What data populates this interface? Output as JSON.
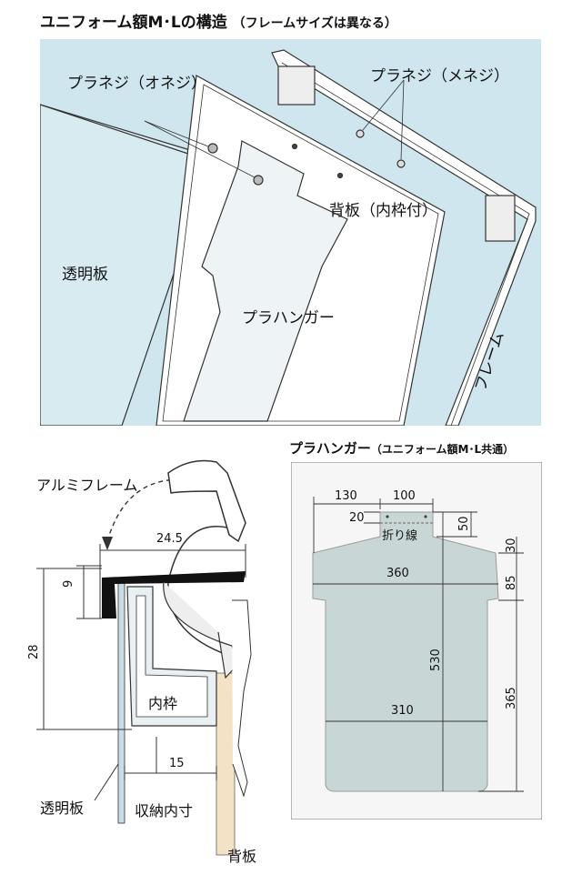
{
  "header": {
    "title": "ユニフォーム額M･Lの構造",
    "subtitle": "（フレームサイズは異なる）"
  },
  "structure_diagram": {
    "labels": {
      "screw_female": "プラネジ（オネジ）",
      "screw_male": "プラネジ（メネジ）",
      "back_board": "背板（内枠付）",
      "transparent_board": "透明板",
      "plastic_hanger": "プラハンガー",
      "frame": "フレーム"
    },
    "colors": {
      "background": "#cfe6ee",
      "outline": "#333333"
    }
  },
  "cross_section": {
    "labels": {
      "aluminum_frame": "アルミフレーム",
      "inner_frame": "内枠",
      "transparent_board": "透明板",
      "storage_size": "収納内寸",
      "back_board": "背板"
    },
    "dimensions": {
      "width": "24.5",
      "lip": "9",
      "height": "28",
      "gap": "15"
    },
    "colors": {
      "back_board": "#f4e2c6",
      "transparent_board": "#c9dde6"
    }
  },
  "hanger_diagram": {
    "title": "プラハンガー",
    "subtitle": "（ユニフォーム額M･L共通）",
    "fold_line": "折り線",
    "dimensions": {
      "top_left": "130",
      "top_right": "100",
      "tab_offset": "20",
      "tab_height": "50",
      "shoulder": "30",
      "shoulder_width": "360",
      "upper_height": "85",
      "total_height": "530",
      "body_height": "365",
      "body_width": "310"
    },
    "colors": {
      "hanger_fill": "#c8d7d6",
      "box_fill": "#f6f6f6"
    }
  }
}
